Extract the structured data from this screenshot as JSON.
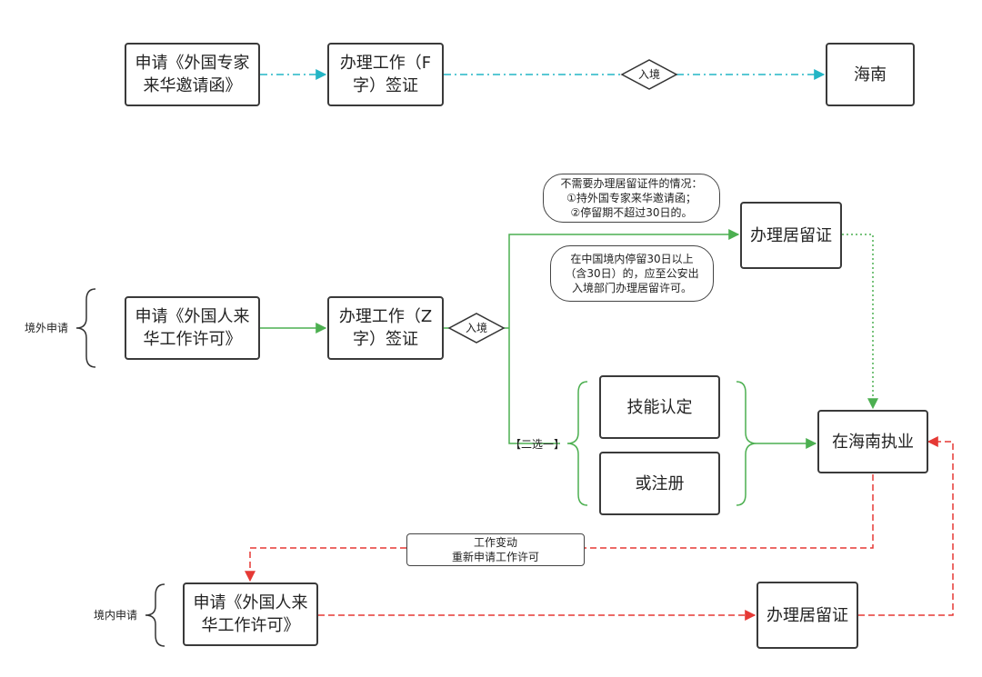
{
  "colors": {
    "blue": "#22b5c5",
    "green": "#4caf50",
    "red": "#e53935",
    "border": "#3a3a3a"
  },
  "row1": {
    "apply": "申请《外国专家\n来华邀请函》",
    "visa": "办理工作（F\n字）签证",
    "diamond": "入境",
    "dest": "海南"
  },
  "row2": {
    "side_label": "境外申请",
    "apply": "申请《外国人来\n华工作许可》",
    "visa": "办理工作（Z\n字）签证",
    "diamond": "入境",
    "note_top": "不需要办理居留证件的情况：\n①持外国专家来华邀请函；\n②停留期不超过30日的。",
    "residence": "办理居留证",
    "note_mid": "在中国境内停留30日以上\n（含30日）的，应至公安出\n入境部门办理居留许可。",
    "choice_label": "【二选一】",
    "skill": "技能认定",
    "register": "或注册",
    "practice": "在海南执业"
  },
  "row3": {
    "change_note": "工作变动\n重新申请工作许可",
    "side_label": "境内申请",
    "apply": "申请《外国人来\n华工作许可》",
    "residence": "办理居留证"
  }
}
